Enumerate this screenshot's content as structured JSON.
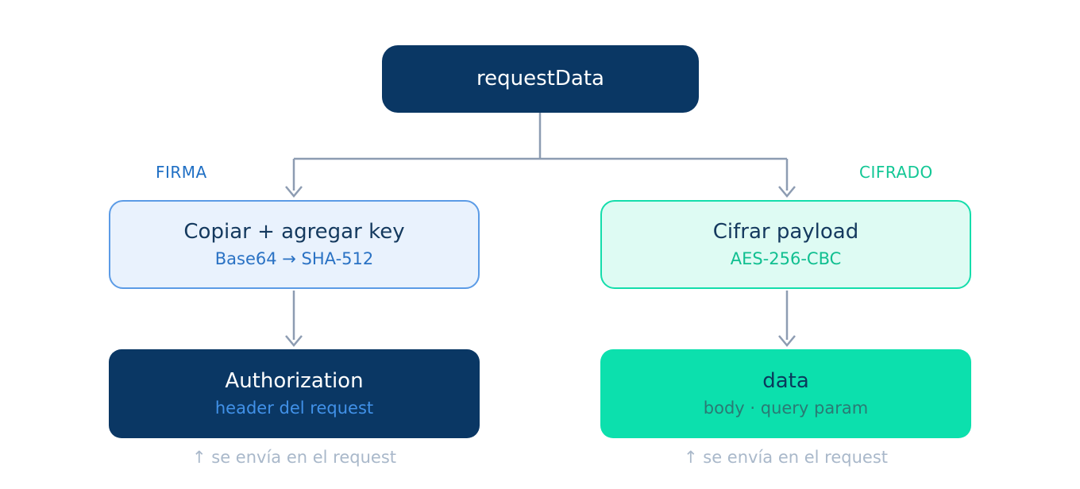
{
  "diagram": {
    "root": {
      "title": "requestData"
    },
    "branches": [
      {
        "label": "FIRMA",
        "step": {
          "title": "Copiar + agregar key",
          "subtitle": "Base64 → SHA-512"
        },
        "result": {
          "title": "Authorization",
          "subtitle": "header del request"
        },
        "caption": "↑ se envía en el request"
      },
      {
        "label": "CIFRADO",
        "step": {
          "title": "Cifrar payload",
          "subtitle": "AES-256-CBC"
        },
        "result": {
          "title": "data",
          "subtitle": "body · query param"
        },
        "caption": "↑ se envía en el request"
      }
    ]
  },
  "colors": {
    "navy_box": "#0a3764",
    "title_navy": "#14395e",
    "connector_gray": "#8d9cb2",
    "caption_gray": "#a9b8ca",
    "firma_accent": "#1f6fc4",
    "firma_step_fill": "#e9f2fd",
    "firma_step_border": "#5b9be6",
    "firma_subtitle": "#2a72c4",
    "firma_result_subtitle": "#4191e8",
    "cifrado_accent": "#12c795",
    "cifrado_step_fill": "#defbf3",
    "cifrado_step_border": "#14ddab",
    "cifrado_subtitle": "#10bf90",
    "cifrado_result_fill": "#0ce0ad",
    "cifrado_result_subtitle": "#2a7a74"
  }
}
